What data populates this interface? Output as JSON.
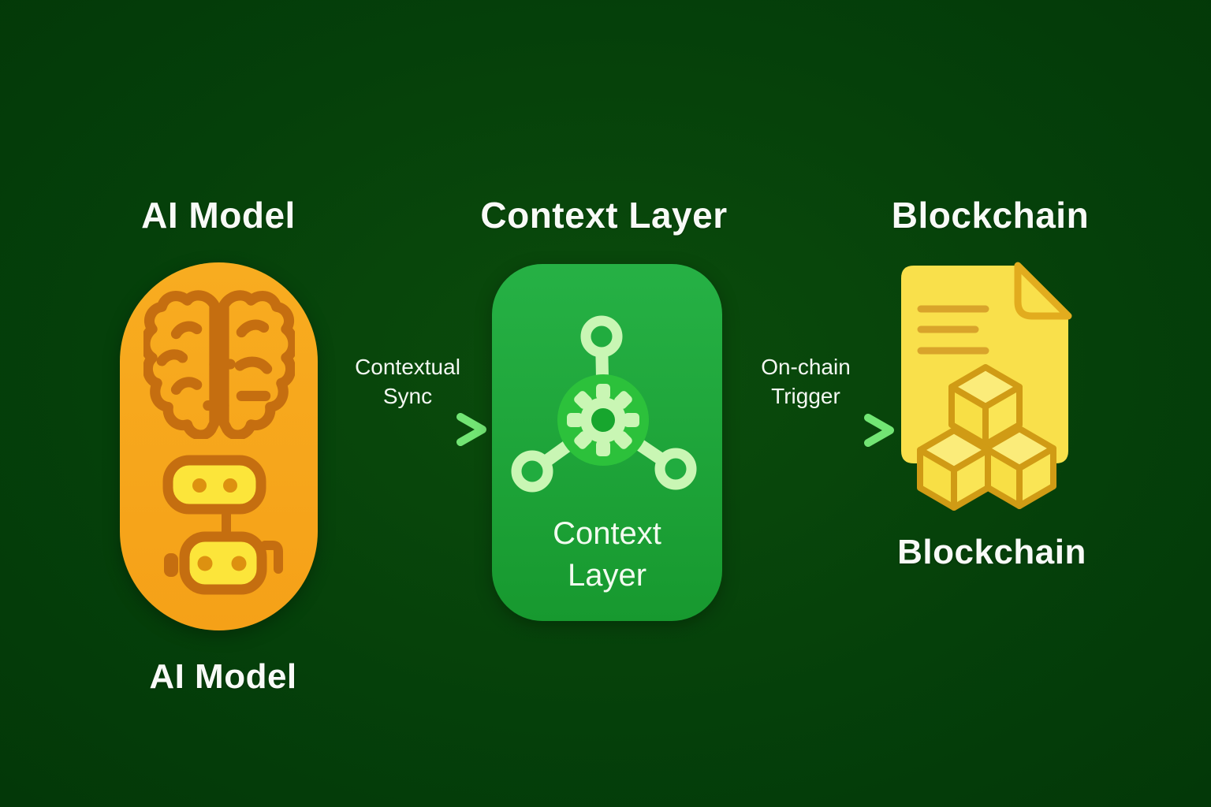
{
  "palette": {
    "background_green_center": "#0B4C0C",
    "background_green_edge": "#033808",
    "ai_capsule_orange": "#F6A41A",
    "ai_outline_burnt_orange": "#C56E10",
    "robot_head_yellow": "#FCE53A",
    "robot_eye_orange": "#DD9110",
    "context_box_green_top": "#26B145",
    "context_box_green_bottom": "#17992F",
    "context_center_circle_green": "#2CC13B",
    "context_icon_light_green": "#C9F6B4",
    "blockchain_page_yellow": "#F9E04B",
    "blockchain_gold_outline": "#D9A42B",
    "arrow_gradient_start": "#1F8627",
    "arrow_gradient_end": "#96F392",
    "arrow_head_green": "#72E574",
    "text_white": "#F8FAF7"
  },
  "nodes": {
    "ai": {
      "title": "AI Model",
      "caption": "AI Model",
      "icons": [
        "brain-icon",
        "robot-icon"
      ]
    },
    "context": {
      "title": "Context Layer",
      "box_label_line1": "Context",
      "box_label_line2": "Layer",
      "icon": "gear-network-icon"
    },
    "blockchain": {
      "title": "Blockchain",
      "caption": "Blockchain",
      "icon": "document-cubes-icon"
    }
  },
  "arrows": {
    "contextual_sync": {
      "label_line1": "Contextual",
      "label_line2": "Sync",
      "direction": "right"
    },
    "on_chain_trigger": {
      "label_line1": "On-chain",
      "label_line2": "Trigger",
      "direction": "right"
    }
  }
}
